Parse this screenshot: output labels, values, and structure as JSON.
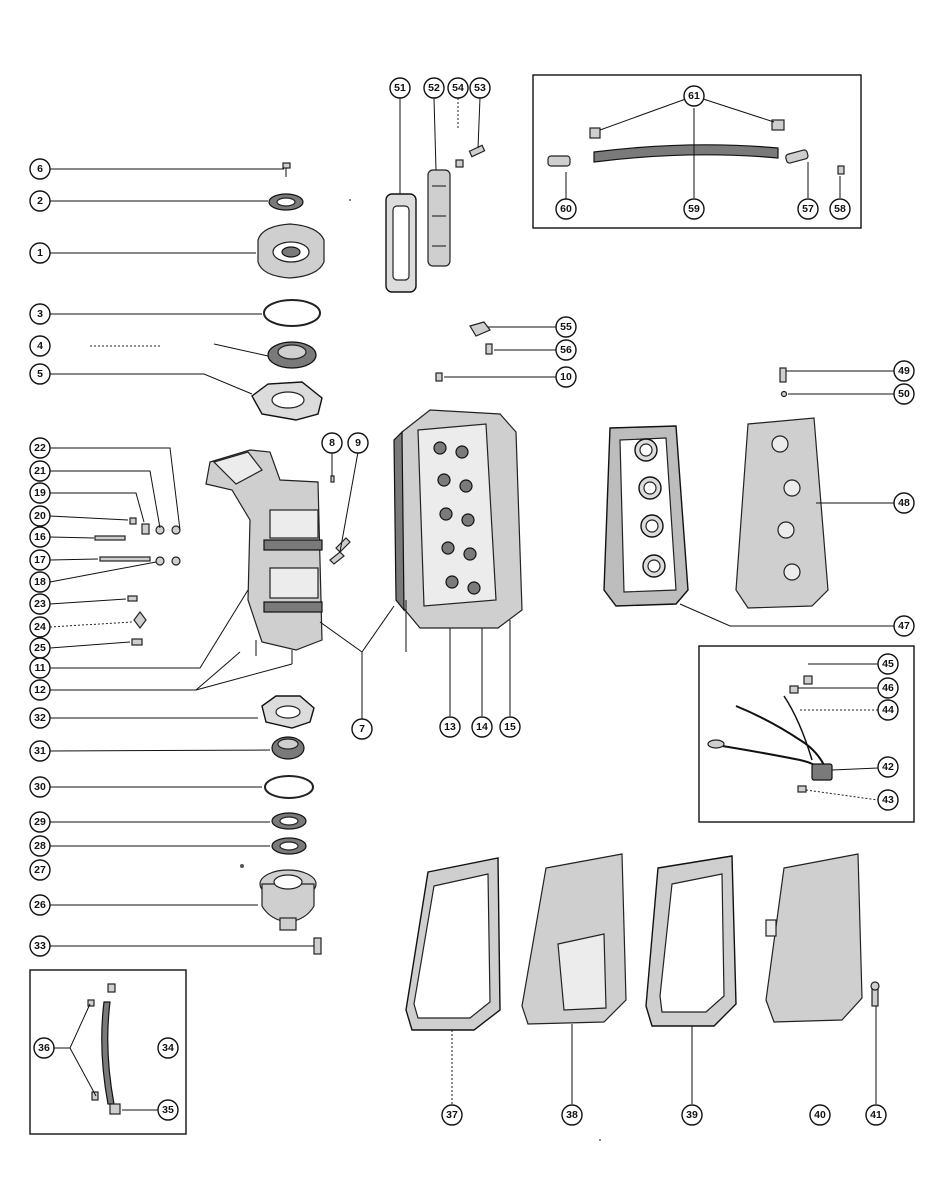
{
  "callouts": {
    "c1": "1",
    "c2": "2",
    "c3": "3",
    "c4": "4",
    "c5": "5",
    "c6": "6",
    "c7": "7",
    "c8": "8",
    "c9": "9",
    "c10": "10",
    "c11": "11",
    "c12": "12",
    "c13": "13",
    "c14": "14",
    "c15": "15",
    "c16": "16",
    "c17": "17",
    "c18": "18",
    "c19": "19",
    "c20": "20",
    "c21": "21",
    "c22": "22",
    "c23": "23",
    "c24": "24",
    "c25": "25",
    "c26": "26",
    "c27": "27",
    "c28": "28",
    "c29": "29",
    "c30": "30",
    "c31": "31",
    "c32": "32",
    "c33": "33",
    "c34": "34",
    "c35": "35",
    "c36": "36",
    "c37": "37",
    "c38": "38",
    "c39": "39",
    "c40": "40",
    "c41": "41",
    "c42": "42",
    "c43": "43",
    "c44": "44",
    "c45": "45",
    "c46": "46",
    "c47": "47",
    "c48": "48",
    "c49": "49",
    "c50": "50",
    "c51": "51",
    "c52": "52",
    "c53": "53",
    "c54": "54",
    "c55": "55",
    "c56": "56",
    "c57": "57",
    "c58": "58",
    "c59": "59",
    "c60": "60",
    "c61": "61"
  }
}
